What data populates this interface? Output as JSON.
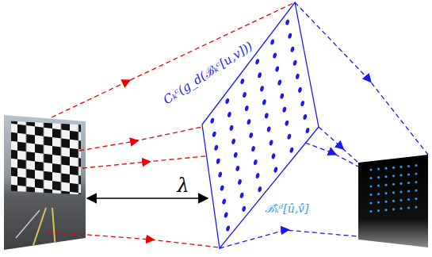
{
  "diagram": {
    "labels": [
      "Cₖᶜ(g_d(ℬₖᶜ[u,v]))",
      "λ",
      "ℬ̂ₖᵈ[û,v̂]"
    ]
  }
}
